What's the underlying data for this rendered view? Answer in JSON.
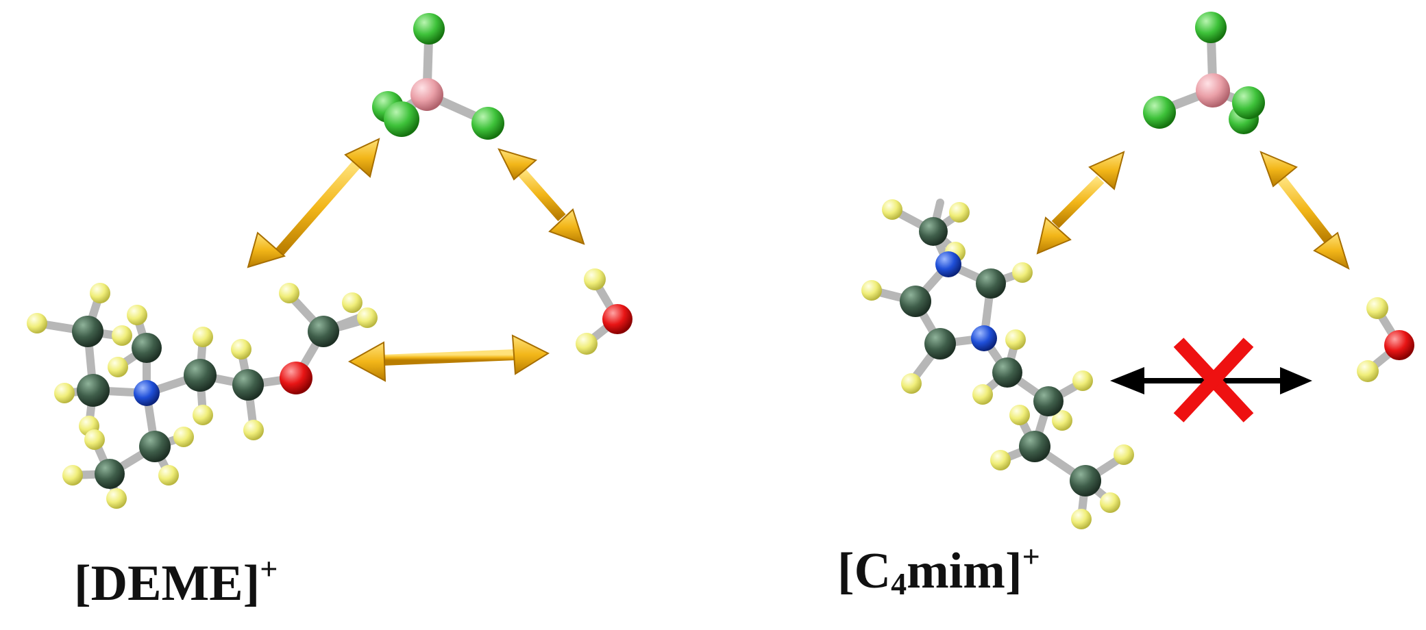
{
  "labels": {
    "deme": {
      "main": "[DEME]",
      "charge": "+"
    },
    "c4mim": {
      "open": "[C",
      "sub": "4",
      "rest": "mim]",
      "charge": "+"
    }
  },
  "colors": {
    "carbon": "#3f5e4a",
    "hydrogen": "#f0ee7a",
    "nitrogen": "#1f4fd8",
    "oxygen": "#e81515",
    "boron": "#eaa0a8",
    "fluorine": "#3ec23a",
    "bond": "#b7b7b7",
    "arrow_gold": "#f2b619",
    "arrow_black": "#000000",
    "cross_red": "#ee1111"
  },
  "icons": {
    "interaction_arrow": "double-headed-gold-arrow",
    "no_interaction_arrow": "double-headed-black-arrow",
    "no_interaction_mark": "red-x-cross"
  }
}
